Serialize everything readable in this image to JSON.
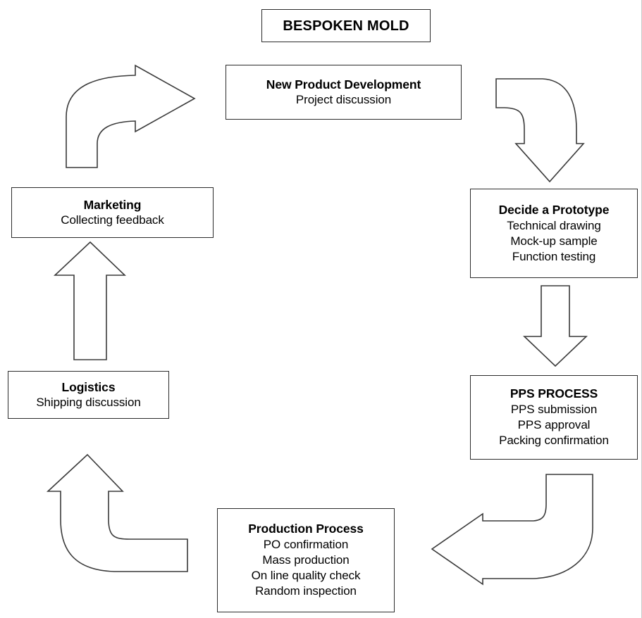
{
  "diagram": {
    "title": "BESPOKEN MOLD",
    "nodes": [
      {
        "id": "new-product-development",
        "title": "New Product Development",
        "lines": [
          "Project discussion"
        ]
      },
      {
        "id": "decide-a-prototype",
        "title": "Decide a Prototype",
        "lines": [
          "Technical drawing",
          "Mock-up sample",
          "Function testing"
        ]
      },
      {
        "id": "pps-process",
        "title": "PPS PROCESS",
        "lines": [
          "PPS submission",
          "PPS approval",
          "Packing confirmation"
        ]
      },
      {
        "id": "production-process",
        "title": "Production Process",
        "lines": [
          "PO confirmation",
          "Mass production",
          "On line quality check",
          "Random inspection"
        ]
      },
      {
        "id": "logistics",
        "title": "Logistics",
        "lines": [
          "Shipping discussion"
        ]
      },
      {
        "id": "marketing",
        "title": "Marketing",
        "lines": [
          "Collecting feedback"
        ]
      }
    ],
    "connectors": [
      {
        "id": "marketing-to-new-product-development",
        "shape": "bent-arrow-up-right"
      },
      {
        "id": "new-product-development-to-decide-a-prototype",
        "shape": "bent-arrow-right-down"
      },
      {
        "id": "decide-a-prototype-to-pps-process",
        "shape": "straight-arrow-down"
      },
      {
        "id": "pps-process-to-production-process",
        "shape": "bent-arrow-down-left"
      },
      {
        "id": "production-process-to-logistics",
        "shape": "bent-arrow-left-up"
      },
      {
        "id": "logistics-to-marketing",
        "shape": "straight-arrow-up"
      }
    ],
    "colors": {
      "stroke": "#3a3a3a",
      "box_border": "#2b2b2b",
      "fill": "#ffffff",
      "text": "#000000"
    }
  }
}
